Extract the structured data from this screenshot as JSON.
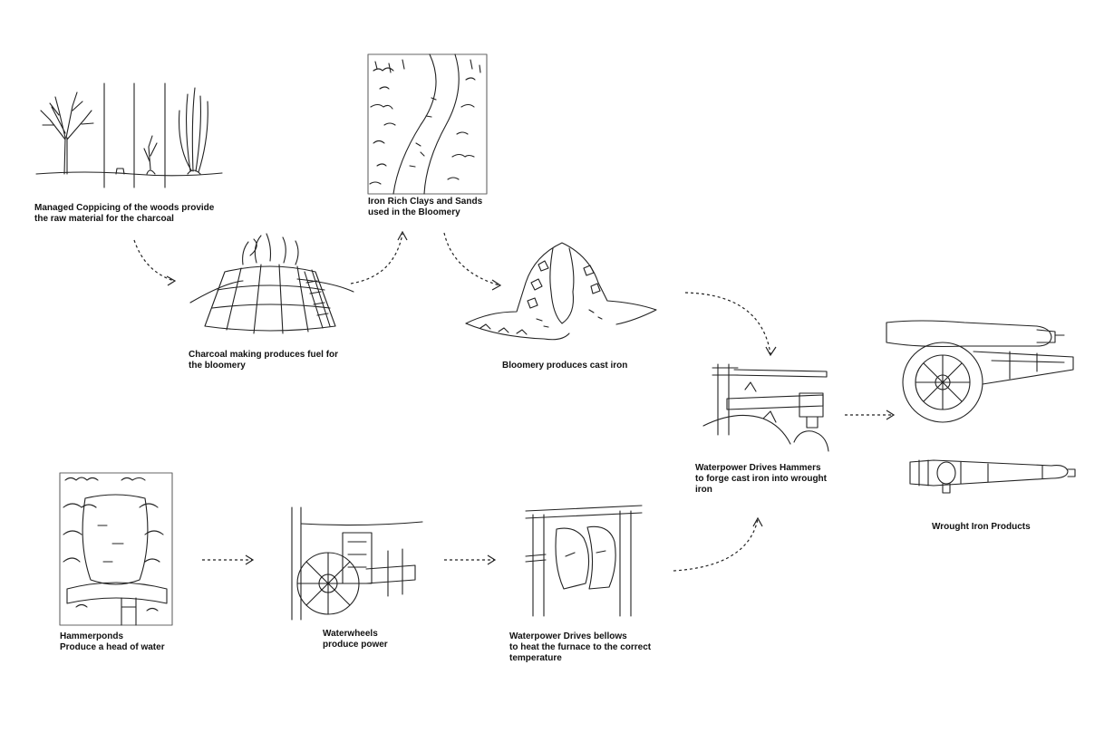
{
  "steps": {
    "coppicing": "Managed Coppicing of the woods provide\nthe raw material for the charcoal",
    "charcoal": "Charcoal making produces fuel for\nthe bloomery",
    "clays": "Iron Rich Clays and Sands\nused in the Bloomery",
    "bloomery": "Bloomery produces cast iron",
    "hammers": "Waterpower Drives Hammers\nto forge cast iron into wrought\niron",
    "products": "Wrought Iron Products",
    "hammerponds": "Hammerponds\nProduce a head of water",
    "waterwheels": "Waterwheels\nproduce power",
    "bellows": "Waterpower Drives bellows\nto heat the furnace to the correct\ntemperature"
  }
}
